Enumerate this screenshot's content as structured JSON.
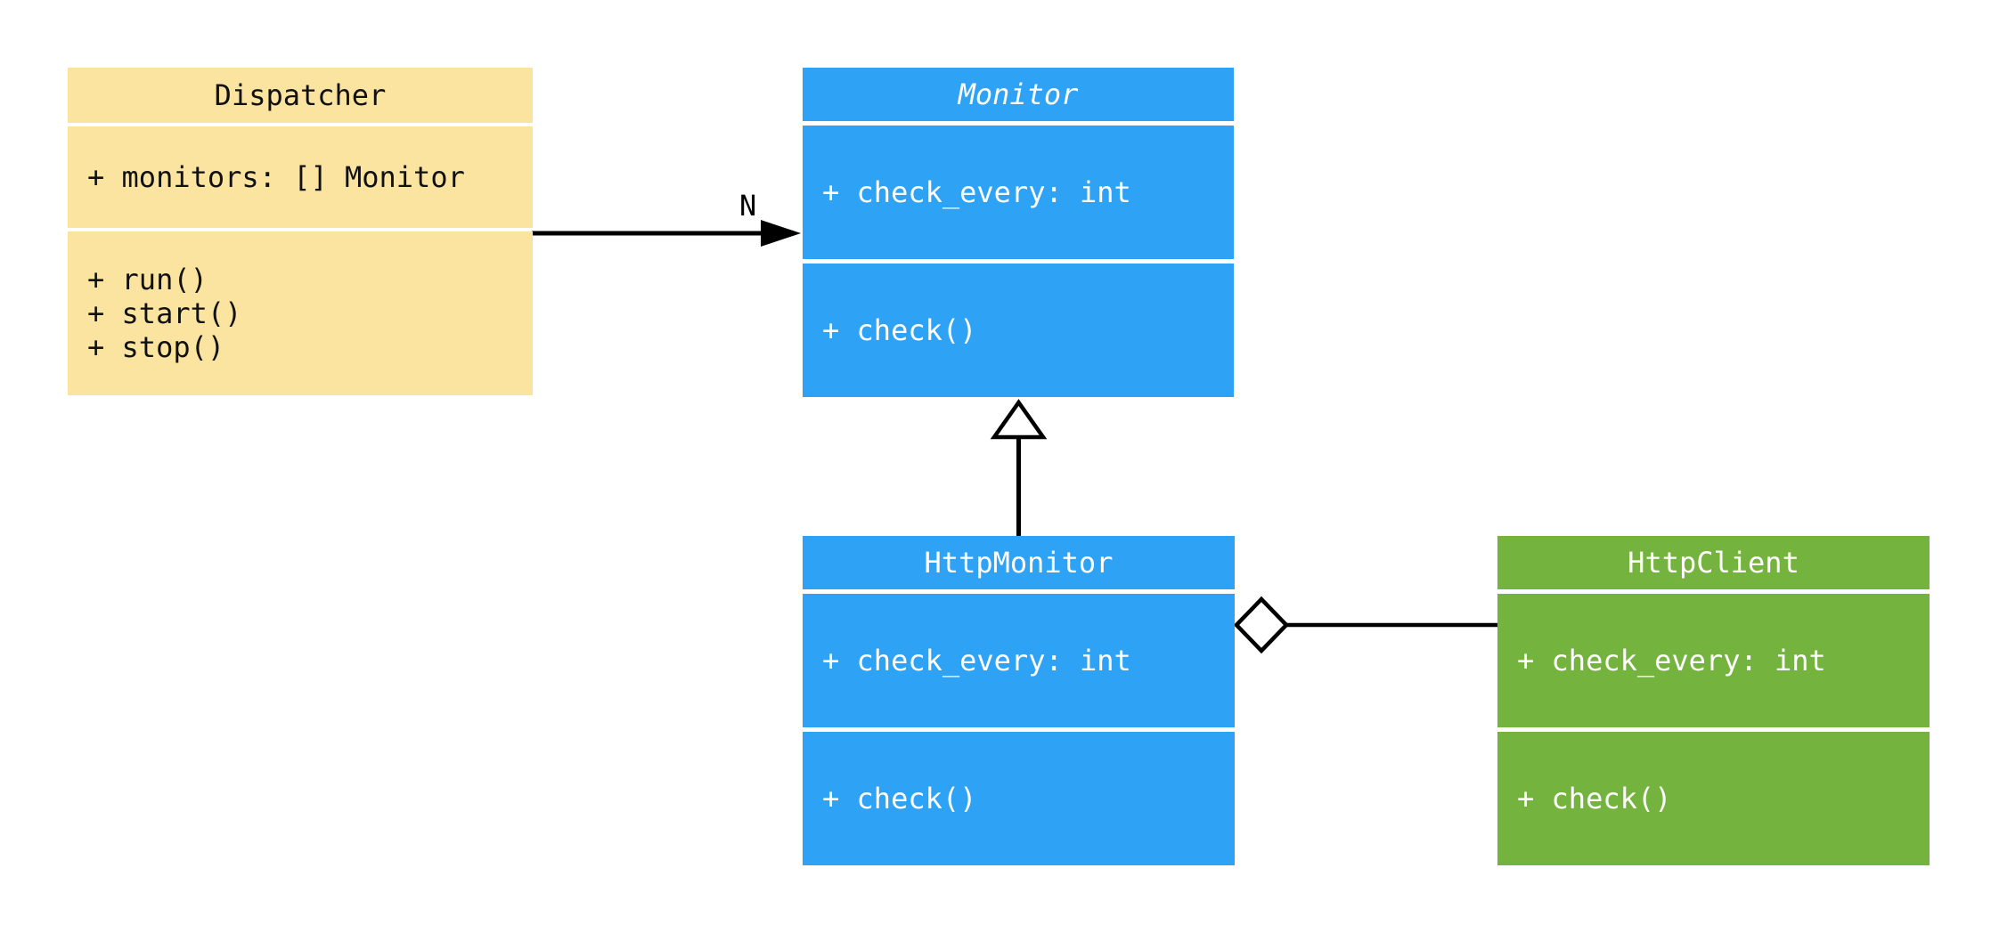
{
  "diagram": {
    "kind": "uml-class-diagram",
    "background_color": "#ffffff",
    "line_color": "#000000"
  },
  "classes": [
    {
      "name": "Dispatcher",
      "fill": "#FAE4A0",
      "text_color": "#111111",
      "abstract": false,
      "attributes": [
        "+ monitors: [] Monitor"
      ],
      "methods": [
        "+ run()",
        "+ start()",
        "+ stop()"
      ]
    },
    {
      "name": "Monitor",
      "fill": "#2EA2F4",
      "text_color": "#ffffff",
      "abstract": true,
      "attributes": [
        "+ check_every: int"
      ],
      "methods": [
        "+ check()"
      ]
    },
    {
      "name": "HttpMonitor",
      "fill": "#2EA2F4",
      "text_color": "#ffffff",
      "abstract": false,
      "attributes": [
        "+ check_every: int"
      ],
      "methods": [
        "+ check()"
      ]
    },
    {
      "name": "HttpClient",
      "fill": "#75B33F",
      "text_color": "#ffffff",
      "abstract": false,
      "attributes": [
        "+ check_every: int"
      ],
      "methods": [
        "+ check()"
      ]
    }
  ],
  "relations": [
    {
      "type": "directed-association",
      "from": "Dispatcher",
      "to": "Monitor",
      "label": "N"
    },
    {
      "type": "generalization",
      "from": "HttpMonitor",
      "to": "Monitor",
      "label": ""
    },
    {
      "type": "aggregation",
      "from": "HttpMonitor",
      "to": "HttpClient",
      "label": ""
    }
  ]
}
